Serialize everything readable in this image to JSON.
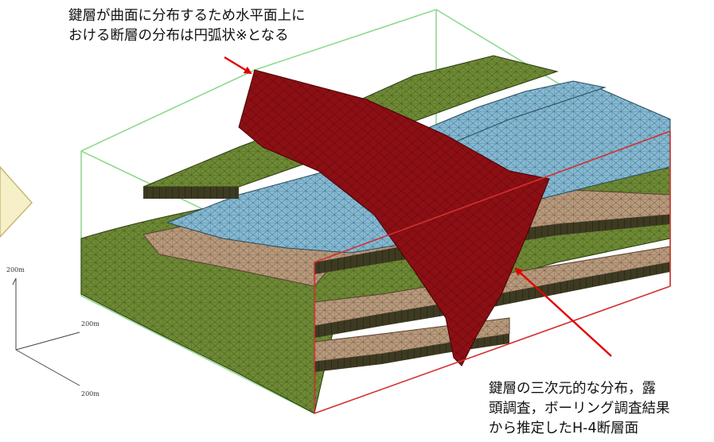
{
  "callout_top": {
    "line1": "鍵層が曲面に分布するため水平面上に",
    "line2": "おける断層の分布は円弧状※となる"
  },
  "callout_bottom": {
    "line1": "鍵層の三次元的な分布，露",
    "line2": "頭調査，ボーリング調査結果",
    "line3": "から推定したH-4断層面"
  },
  "scale_axes": {
    "vertical": "200m",
    "horizontal_x": "200m",
    "horizontal_y": "200m"
  },
  "colors": {
    "green_layer": "#6e8a35",
    "tan_layer": "#b89a7c",
    "blue_layer": "#85b9d3",
    "fault_surface": "#8b0f14",
    "box_green": "#8fd98f",
    "box_red": "#d33030",
    "arrow_red": "#e00000",
    "side_panel": "#f6f0c8"
  }
}
